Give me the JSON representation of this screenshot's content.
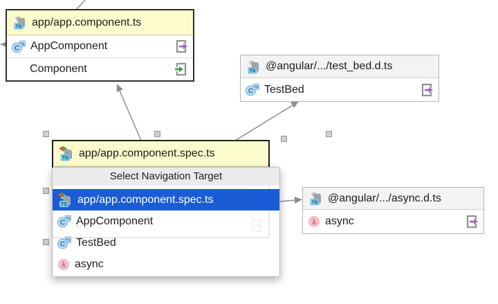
{
  "diagram": {
    "nodes": {
      "component": {
        "title": "app/app.component.ts",
        "members": [
          {
            "label": "AppComponent",
            "icon": "class-ts",
            "badge": "export-arrow"
          },
          {
            "label": "Component",
            "icon": "none",
            "badge": "import-arrow"
          }
        ]
      },
      "testbed": {
        "title": "@angular/.../test_bed.d.ts",
        "members": [
          {
            "label": "TestBed",
            "icon": "class-ts",
            "badge": "export-arrow"
          }
        ]
      },
      "spec": {
        "title": "app/app.component.spec.ts",
        "members": [
          {
            "label": "AppComponent",
            "icon": "class-ts",
            "badge": "export-arrow"
          },
          {
            "label": "TestBed",
            "icon": "class-ts",
            "badge": "export-arrow"
          },
          {
            "label": "async",
            "icon": "lambda",
            "badge": "export-arrow"
          }
        ]
      },
      "asyncdts": {
        "title": "@angular/.../async.d.ts",
        "members": [
          {
            "label": "async",
            "icon": "lambda",
            "badge": "export-arrow"
          }
        ]
      }
    },
    "popup": {
      "title": "Select Navigation Target",
      "items": [
        {
          "label": "app/app.component.spec.ts",
          "icon": "spec-file",
          "selected": true
        },
        {
          "label": "AppComponent",
          "icon": "class-ts",
          "selected": false
        },
        {
          "label": "TestBed",
          "icon": "class-ts",
          "selected": false
        },
        {
          "label": "async",
          "icon": "lambda",
          "selected": false
        }
      ]
    },
    "edges": [
      {
        "from": "app/app.component.spec.ts",
        "to": "app/app.component.ts"
      },
      {
        "from": "app/app.component.spec.ts",
        "to": "@angular/.../test_bed.d.ts"
      },
      {
        "from": "app/app.component.spec.ts",
        "to": "@angular/.../async.d.ts"
      },
      {
        "from": "app/app.component.ts",
        "to": "offscreen-left"
      },
      {
        "from": "app/app.component.ts",
        "to": "offscreen-top"
      }
    ],
    "icon_labels": {
      "ts_badge": "TS",
      "class_letter": "C",
      "lambda": "λ"
    },
    "colors": {
      "node_header_yellow": "#fbfbcd",
      "node_header_gray": "#f3f3f3",
      "selection_blue": "#1a5cd6",
      "edge_gray": "#8c8c8c",
      "export_arrow": "#a265c4",
      "import_arrow": "#3d9e41"
    }
  }
}
